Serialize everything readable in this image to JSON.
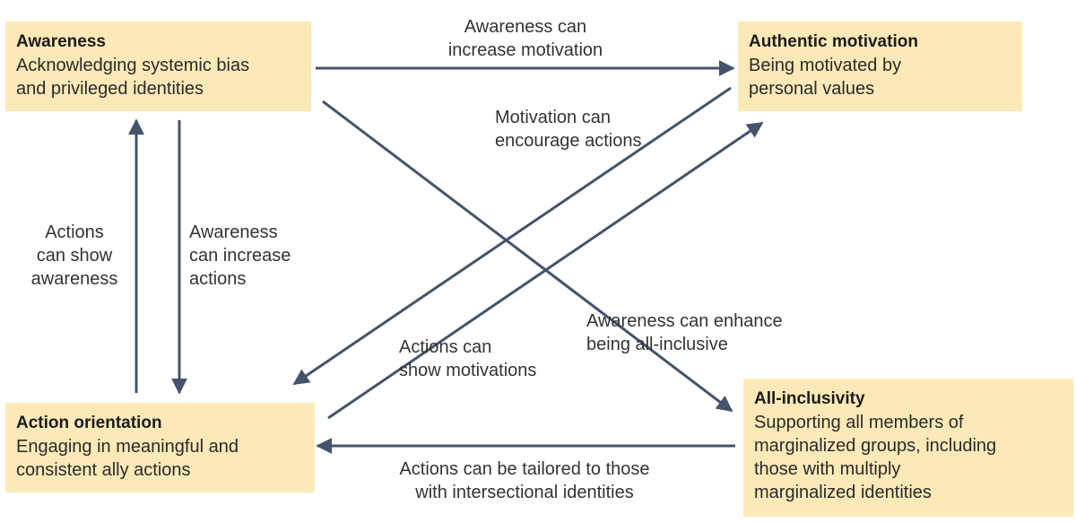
{
  "nodes": {
    "awareness": {
      "title": "Awareness",
      "description": "Acknowledging systemic bias\nand privileged identities"
    },
    "authentic_motivation": {
      "title": "Authentic motivation",
      "description": "Being motivated by\npersonal values"
    },
    "action_orientation": {
      "title": "Action orientation",
      "description": "Engaging in meaningful and\nconsistent ally actions"
    },
    "all_inclusivity": {
      "title": "All-inclusivity",
      "description": "Supporting all members of\nmarginalized groups, including\nthose with multiply\nmarginalized identities"
    }
  },
  "edges": {
    "awareness_to_motivation": "Awareness can\nincrease motivation",
    "motivation_to_actions": "Motivation can\nencourage actions",
    "actions_show_awareness": "Actions\ncan show\nawareness",
    "awareness_to_actions": "Awareness\ncan increase\nactions",
    "awareness_to_inclusivity": "Awareness can enhance\nbeing all-inclusive",
    "actions_to_motivation": "Actions can\nshow motivations",
    "inclusivity_to_actions": "Actions can be tailored to those\nwith intersectional identities"
  },
  "colors": {
    "box_fill": "#fce9b8",
    "arrow": "#44546a",
    "text": "#333333"
  }
}
